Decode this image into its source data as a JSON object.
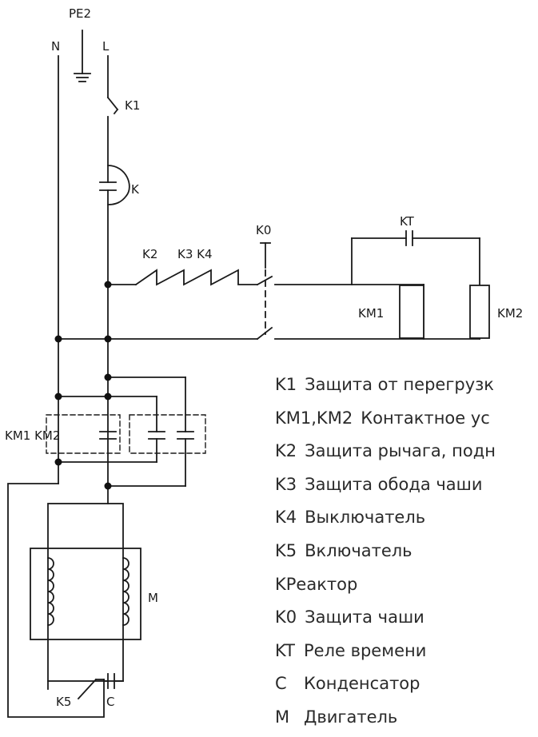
{
  "diagram": {
    "labels": {
      "pe2": "PE2",
      "n": "N",
      "l": "L",
      "k1": "K1",
      "k": "K",
      "k2": "K2",
      "k3_k4": "K3 K4",
      "k0": "K0",
      "kt": "KT",
      "km1": "KM1",
      "km2": "KM2",
      "km1_km2": "KM1 KM2",
      "m": "M",
      "k5": "K5",
      "c": "C"
    }
  },
  "legend": {
    "items": [
      {
        "code": "K1",
        "desc": "Защита от перегрузк"
      },
      {
        "code": "KM1,KM2",
        "desc": "Контактное ус"
      },
      {
        "code": "K2",
        "desc": "Защита рычага, подн"
      },
      {
        "code": "K3",
        "desc": "Защита обода чаши"
      },
      {
        "code": "K4",
        "desc": "Выключатель"
      },
      {
        "code": "K5",
        "desc": "Включатель"
      },
      {
        "code": "KPеактор",
        "desc": ""
      },
      {
        "code": "K0",
        "desc": "Защита чаши"
      },
      {
        "code": "KT",
        "desc": "Реле времени"
      },
      {
        "code": "C",
        "desc": "Конденсатор"
      },
      {
        "code": "M",
        "desc": "Двигатель"
      }
    ]
  }
}
